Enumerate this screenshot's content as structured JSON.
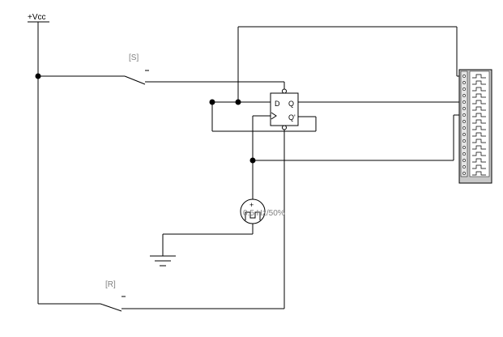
{
  "power": {
    "label": "+Vcc"
  },
  "switches": [
    {
      "id": "set",
      "label": "[S]"
    },
    {
      "id": "reset",
      "label": "[R]"
    }
  ],
  "flipflop": {
    "type": "D flip-flop",
    "pins": {
      "d": "D",
      "q": "Q",
      "q_bar": "Q'"
    }
  },
  "clock_source": {
    "polarity": "+",
    "label": "0.5 Hz/50%",
    "frequency_hz": 0.5,
    "duty_cycle_percent": 50
  },
  "ground": {
    "symbol": "ground-icon"
  },
  "logic_analyzer": {
    "channels": 16
  }
}
